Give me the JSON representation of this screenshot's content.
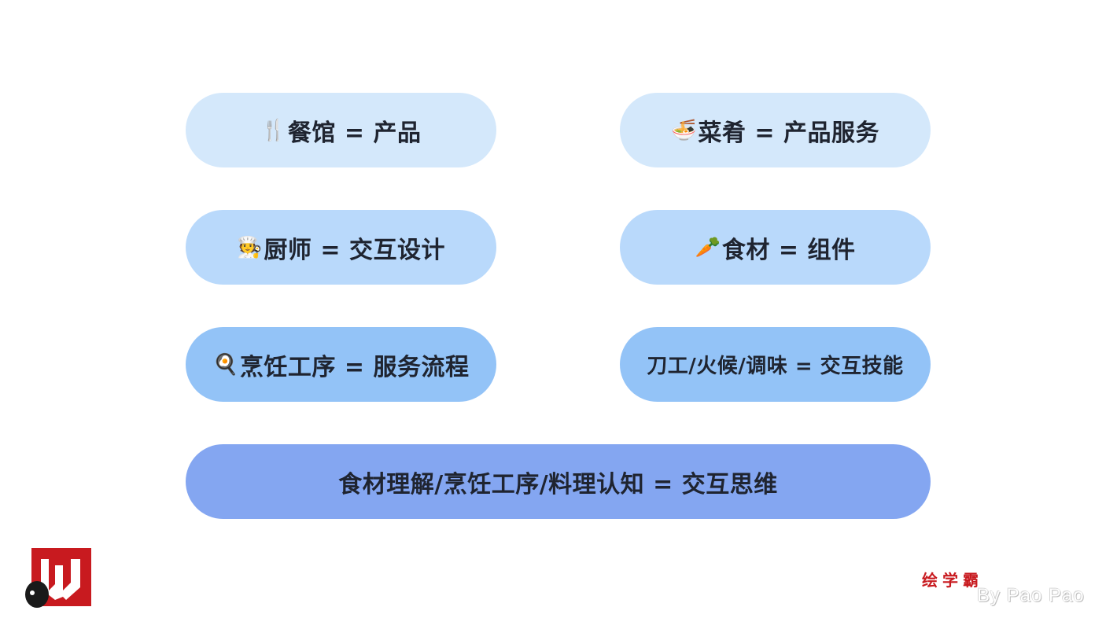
{
  "pills": [
    {
      "emoji": "🍴",
      "label": "餐馆 = 产品"
    },
    {
      "emoji": "🍜",
      "label": "菜肴 = 产品服务"
    },
    {
      "emoji": "🧑‍🍳",
      "label": "厨师 = 交互设计"
    },
    {
      "emoji": "🥕",
      "label": "食材 = 组件"
    },
    {
      "emoji": "🍳",
      "label": "烹饪工序 = 服务流程"
    },
    {
      "emoji": "",
      "label": "刀工/火候/调味 = 交互技能"
    },
    {
      "emoji": "",
      "label": "食材理解/烹饪工序/料理认知 = 交互思维"
    }
  ],
  "logo": {
    "name": "W-logo",
    "color": "#c81a1f"
  },
  "watermark": {
    "cn": "绘学霸",
    "en": "By Pao Pao"
  }
}
